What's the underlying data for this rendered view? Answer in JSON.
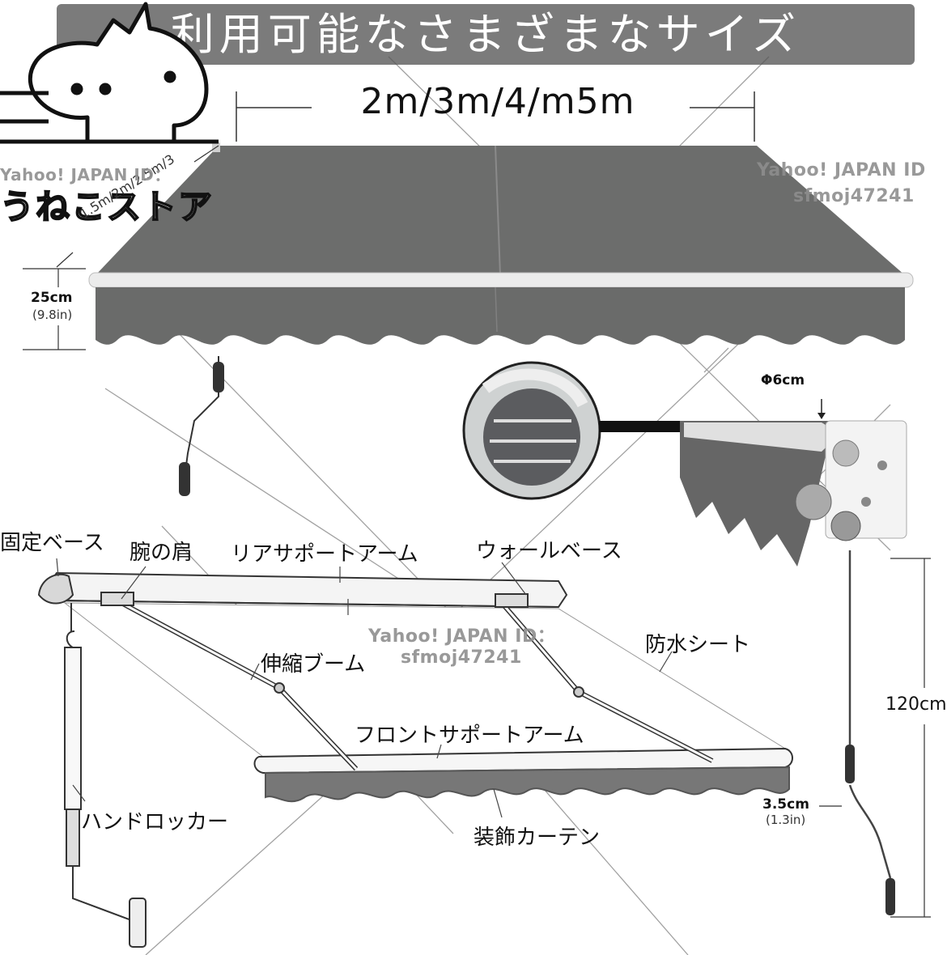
{
  "banner": {
    "title": "利用可能なさまざまなサイズ"
  },
  "width_sizes": "2m/3m/4/m5m",
  "depth_sizes": "1.5m/2m/2.5m/3",
  "valance": {
    "height_cm": "25cm",
    "height_in": "(9.8in)"
  },
  "tube": {
    "diameter": "Φ6cm"
  },
  "crank": {
    "length": "120cm",
    "diameter_cm": "3.5cm",
    "diameter_in": "(1.3in)"
  },
  "watermark": {
    "line1": "Yahoo! JAPAN ID：",
    "line2": "sfmoj47241",
    "line1_top": "Yahoo! JAPAN ID",
    "line1_left": "Yahoo! JAPAN ID：",
    "line2_left": "sfmoj47241"
  },
  "store_logo": {
    "name": "うねこストア"
  },
  "parts": {
    "fixed_base": "固定ベース",
    "elbow_shoulder": "腕の肩",
    "rear_support_arm": "リアサポートアーム",
    "wall_base": "ウォールベース",
    "waterproof_sheet": "防水シート",
    "telescopic_boom": "伸縮ブーム",
    "front_support_arm": "フロントサポートアーム",
    "hand_rocker": "ハンドロッカー",
    "decorative_curtain": "装飾カーテン"
  },
  "colors": {
    "banner": "#7b7b7b",
    "fabric": "#6c6d6c",
    "fabric_dark": "#5a5b5a",
    "frame": "#e8e8e8"
  }
}
